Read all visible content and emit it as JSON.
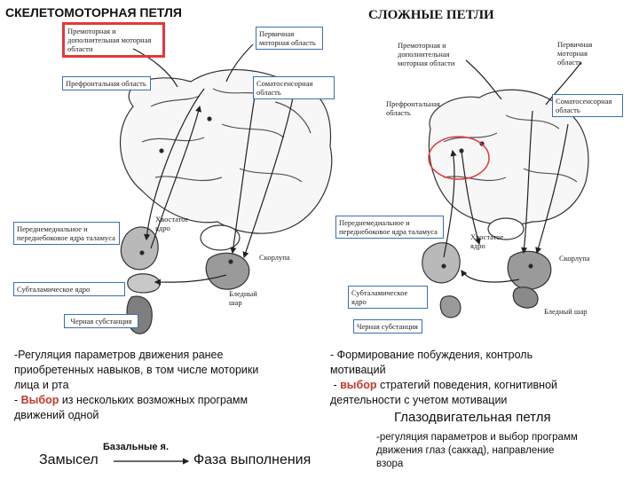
{
  "left": {
    "title": "СКЕЛЕТОМОТОРНАЯ ПЕТЛЯ",
    "labels": {
      "premotor": "Премоторная и дополнительная моторная области",
      "primary_motor": "Первичная моторная область",
      "prefrontal": "Префронтальная область",
      "somatosensory": "Соматосенсорная область",
      "caudate": "Хвостатое ядро",
      "thalamus": "Переднемедиальное и переднебоковое ядра таламуса",
      "putamen": "Скорлупа",
      "subthalamic": "Субталамическое ядро",
      "pallidus": "Бледный шар",
      "nigra": "Черная субстанция"
    },
    "desc_line1": "-Регуляция параметров движения ранее",
    "desc_line2": "приобретенных навыков, в том числе моторики",
    "desc_line3": "лица и рта",
    "desc_dash": "- ",
    "desc_select": "Выбор",
    "desc_line4_rest": " из нескольких возможных программ",
    "desc_line5": "движений одной"
  },
  "right": {
    "title": "СЛОЖНЫЕ ПЕТЛИ",
    "labels": {
      "premotor": "Премоторная и дополнительная моторная области",
      "primary_motor": "Первичная моторная область",
      "prefrontal": "Префронтальная область",
      "somatosensory": "Соматосенсорная область",
      "thalamus": "Переднемедиальное и переднебоковое ядра таламуса",
      "caudate": "Хвостатое ядро",
      "putamen": "Скорлупа",
      "subthalamic": "Субталамическое ядро",
      "pallidus": "Бледный шар",
      "nigra": "Черная субстанция"
    },
    "desc_line1": "- Формирование побуждения, контроль",
    "desc_line2": "мотиваций",
    "desc_dash": " - ",
    "desc_select": "выбор",
    "desc_line3_rest": " стратегий поведения, когнитивной",
    "desc_line4": "деятельности  с учетом мотивации"
  },
  "eye_loop": {
    "title": "Глазодвигательная петля",
    "line1": "-регуляция параметров и выбор программ",
    "line2": "движения глаз (саккад), направление",
    "line3": "взора"
  },
  "flow": {
    "start": "Замысел",
    "middle": "Базальные я.",
    "end": "Фаза выполнения"
  },
  "colors": {
    "highlight_red": "#e2393a",
    "label_box_blue": "#3a6fb5",
    "select_red": "#c0392b"
  }
}
